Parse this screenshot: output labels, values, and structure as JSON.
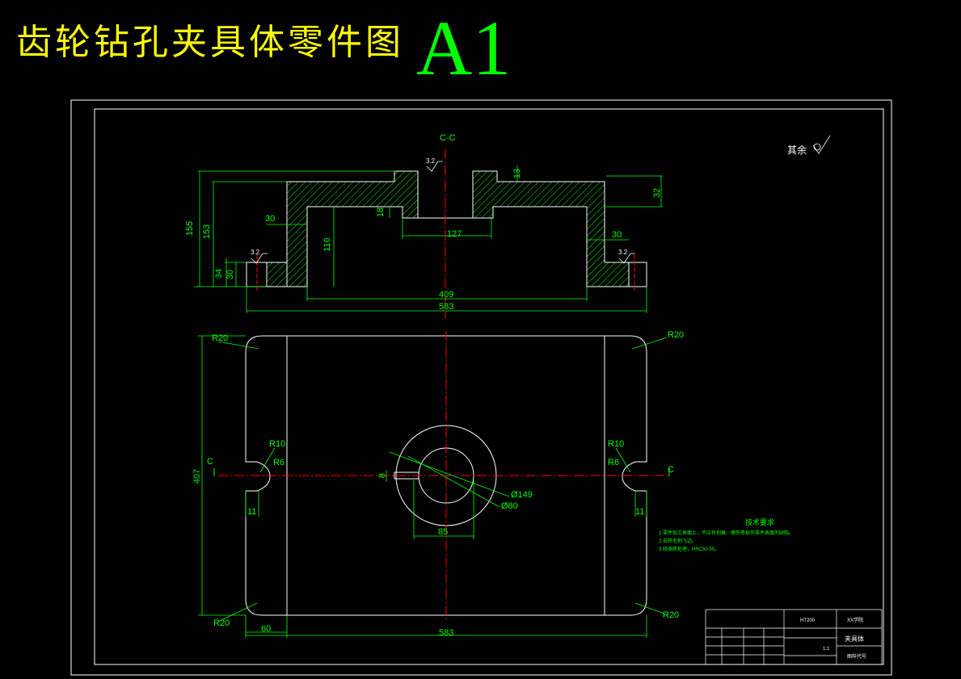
{
  "title": "齿轮钻孔夹具体零件图",
  "sheet_size": "A1",
  "roughness_note": "其余",
  "roughness_value": "3.2",
  "section_label": "C-C",
  "section_mark_left": "C",
  "section_mark_right": "C",
  "top_view_dims": {
    "d155": "155",
    "d153": "153",
    "d34": "34",
    "d30_left": "30",
    "d30_inner": "30",
    "d116": "116",
    "d18": "18",
    "d127": "127",
    "d13": "13",
    "d32": "32",
    "d30_right": "30",
    "d409": "409",
    "d583": "583"
  },
  "plan_view_dims": {
    "r20_tl": "R20",
    "r20_tr": "R20",
    "r20_bl": "R20",
    "r20_br": "R20",
    "r10_l": "R10",
    "r6_l": "R6",
    "r10_r": "R10",
    "r6_r": "R6",
    "d407": "407",
    "d11_l": "11",
    "d11_r": "11",
    "d60": "60",
    "d583": "583",
    "dia149": "Ø149",
    "dia80": "Ø80",
    "d85": "85",
    "d8": "8"
  },
  "tech_req": {
    "heading": "技术要求",
    "lines": [
      "1.零件加工表面上，不应有划痕、擦伤等损伤零件表面的缺陷。",
      "2.去除毛刺飞边。",
      "3.经调质处理，HRC50-55。"
    ]
  },
  "title_block": {
    "part_name": "夹具体",
    "drawing_no": "图样代号",
    "material": "HT200",
    "scale": "1:1",
    "school": "XX学院"
  },
  "colors": {
    "outline": "#ffffff",
    "dimension": "#00ff00",
    "centerline": "#ff0000",
    "title": "#ffff00"
  }
}
